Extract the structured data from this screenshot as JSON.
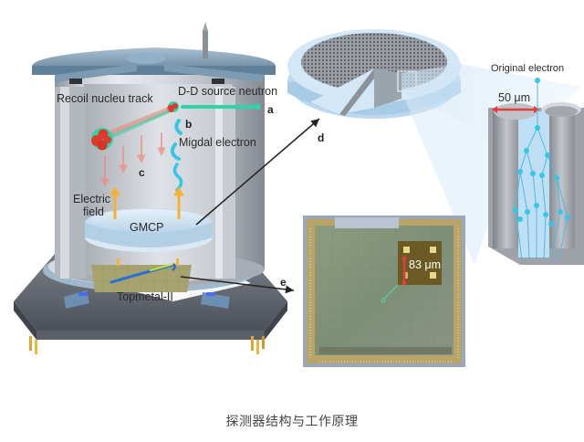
{
  "figure": {
    "caption": "探测器结构与工作原理",
    "labels": {
      "recoil_track": "Recoil nucleu track",
      "dd_source": "D-D source neutron",
      "migdal": "Migdal electron",
      "electric_field_line1": "Electric",
      "electric_field_line2": "field",
      "gmcp": "GMCP",
      "topmetal": "Topmetal-II",
      "original_electron": "Original electron",
      "pore_size": "50 μm",
      "pixel_size": "83 μm"
    },
    "panel_letters": {
      "a": "a",
      "b": "b",
      "c": "c",
      "d": "d",
      "e": "e"
    },
    "colors": {
      "neutron_green": "#2fd3a6",
      "nucleus_red": "#e0392b",
      "electron_cyan": "#35c7e8",
      "field_arrow": "#f5b235",
      "drift_arrow": "#f08a80",
      "steel": "#b9bec6",
      "plate_blue": "#7f9fb8",
      "gmcp_blue": "#cfe6f5",
      "chip_gold": "#b8a466",
      "chip_green": "#8a9a78",
      "scale_red": "#e23c3c"
    }
  }
}
